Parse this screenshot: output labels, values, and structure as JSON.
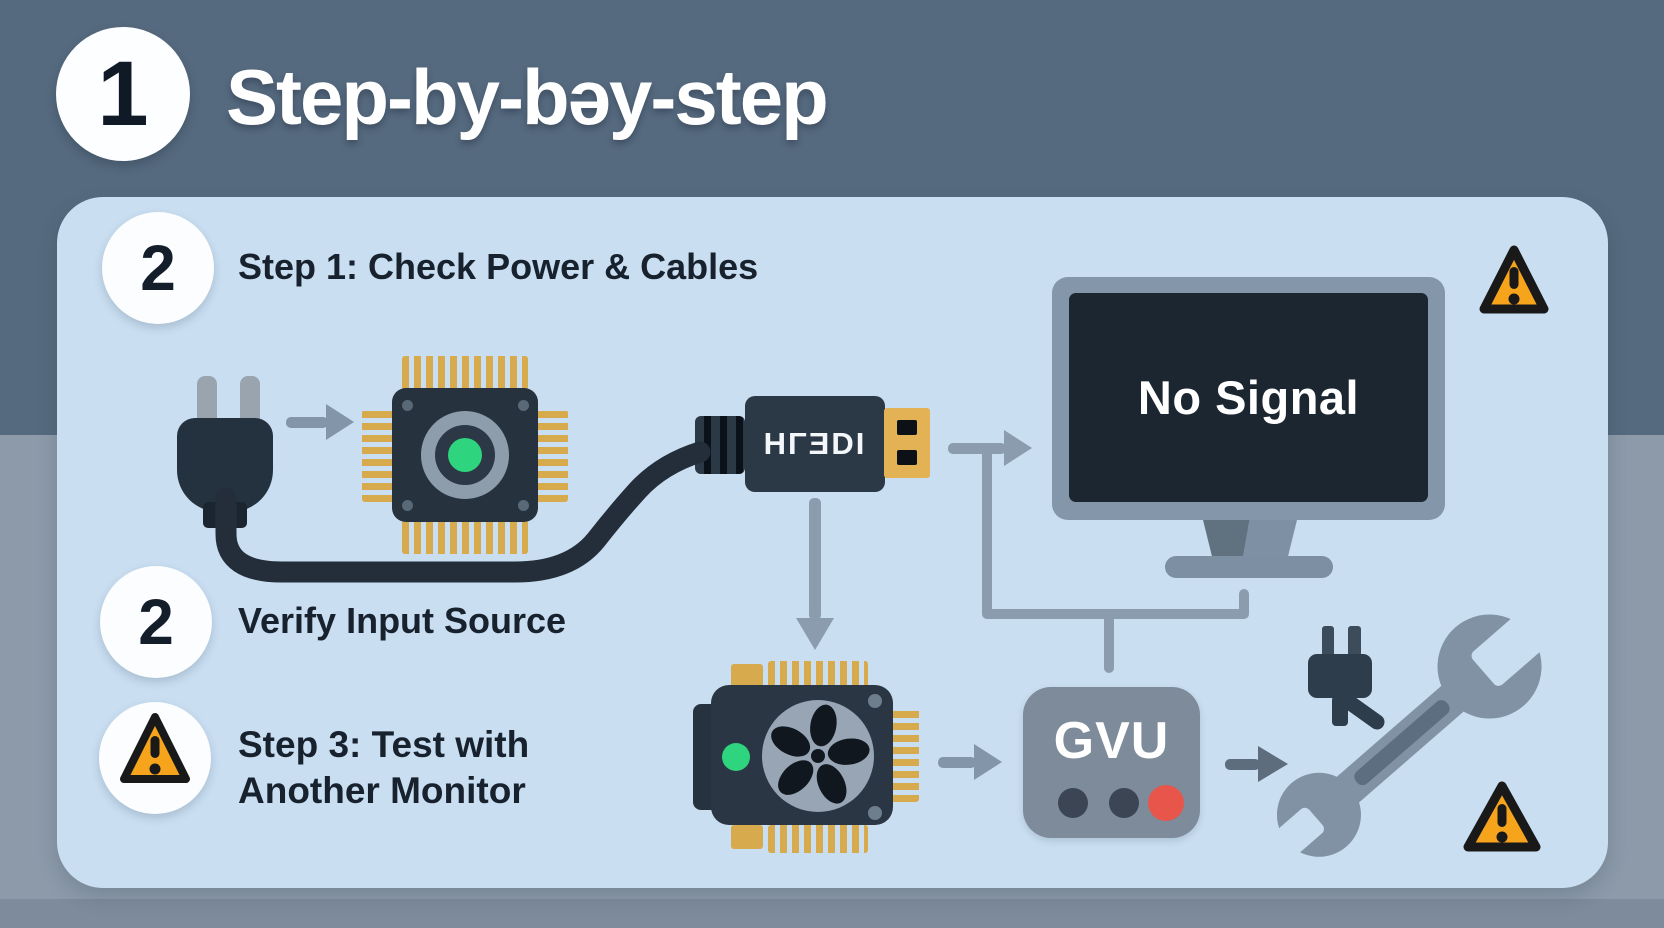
{
  "header": {
    "badge": "1",
    "title": "Step-by-bəy-step"
  },
  "steps": [
    {
      "badge": "2",
      "label": "Step 1: Check Power & Cables"
    },
    {
      "badge": "2",
      "label": "Verify Input Source"
    },
    {
      "badge": "warning-triangle",
      "label_line1": "Step 3: Test with",
      "label_line2": "Another Monitor"
    }
  ],
  "diagram": {
    "hdmi_label": "HΓƎDI",
    "monitor_text": "No Signal",
    "box_label": "GVU",
    "status_dots": [
      "dark",
      "dark",
      "red"
    ],
    "icons": [
      "power-plug-icon",
      "cpu-chip-icon",
      "hdmi-connector-icon",
      "monitor-icon",
      "warning-triangle-icon",
      "gpu-card-icon",
      "signal-box-icon",
      "small-plug-icon",
      "wrench-icon",
      "arrow-icon"
    ]
  },
  "colors": {
    "band_slate": "#566A7F",
    "background_gray": "#8C9AAA",
    "panel_blue": "#C9DEF1",
    "warning_orange": "#F7A41D",
    "led_green": "#2FD57E",
    "alert_red": "#E8554B",
    "gold_pins": "#D7AA4D",
    "ink": "#18222E"
  }
}
